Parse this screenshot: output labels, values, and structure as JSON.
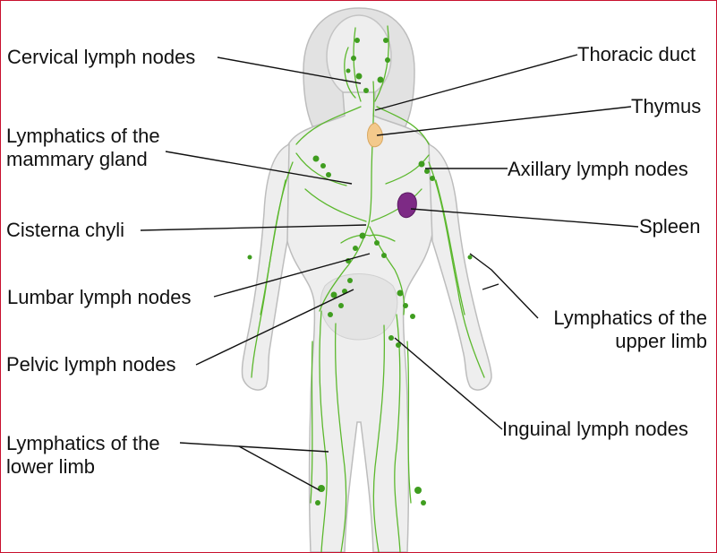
{
  "colors": {
    "frame": "#c8102e",
    "body_fill": "#eeeeee",
    "body_outline": "#bdbdbd",
    "lymph_vessel": "#5cb82e",
    "lymph_node": "#3f9d1f",
    "thymus": "#f3c98b",
    "spleen": "#7d2a85",
    "leader_line": "#111111"
  },
  "labels": {
    "cervical": "Cervical lymph nodes",
    "mammary_1": "Lymphatics of the",
    "mammary_2": "mammary gland",
    "cisterna": "Cisterna chyli",
    "lumbar": "Lumbar lymph nodes",
    "pelvic": "Pelvic lymph nodes",
    "lower_1": "Lymphatics of the",
    "lower_2": "lower limb",
    "thoracic": "Thoracic duct",
    "thymus": "Thymus",
    "axillary": "Axillary lymph nodes",
    "spleen": "Spleen",
    "upper_1": "Lymphatics of the",
    "upper_2": "upper limb",
    "inguinal": "Inguinal lymph nodes"
  }
}
